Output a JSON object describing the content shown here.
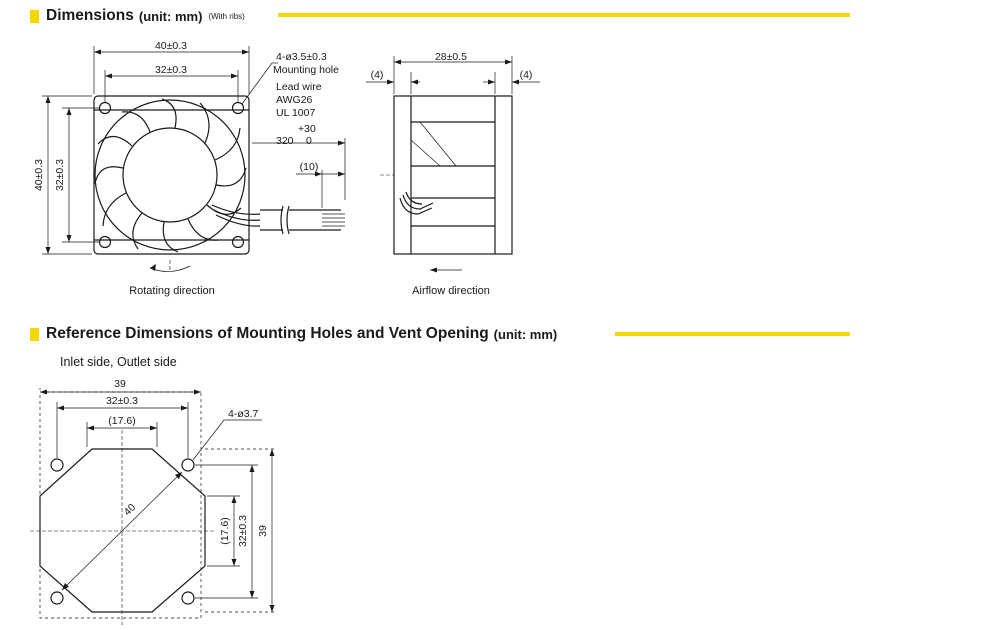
{
  "colors": {
    "accent": "#f5d800",
    "line": "#1a1a1a"
  },
  "section1": {
    "title": "Dimensions",
    "unit": "(unit: mm)",
    "note": "(With ribs)",
    "labels": {
      "width_outer": "40±0.3",
      "width_inner": "32±0.3",
      "height_outer": "40±0.3",
      "height_inner": "32±0.3",
      "hole_spec": "4-ø3.5±0.3",
      "hole_label": "Mounting hole",
      "lead_wire": "Lead wire",
      "awg": "AWG26",
      "ul": "UL 1007",
      "lead_tol_plus": "+30",
      "lead_len": "320",
      "lead_tol_zero": "0",
      "strip_len": "(10)",
      "depth": "28±0.5",
      "rib_left": "(4)",
      "rib_right": "(4)",
      "rotating": "Rotating direction",
      "airflow": "Airflow direction"
    }
  },
  "section2": {
    "title": "Reference Dimensions of Mounting Holes and Vent Opening",
    "unit": "(unit: mm)",
    "subtitle": "Inlet side, Outlet side",
    "labels": {
      "top_outer": "39",
      "top_mid": "32±0.3",
      "top_inner": "(17.6)",
      "hole_spec": "4-ø3.7",
      "diagonal": "40",
      "right_inner": "(17.6)",
      "right_mid": "32±0.3",
      "right_outer": "39"
    }
  }
}
